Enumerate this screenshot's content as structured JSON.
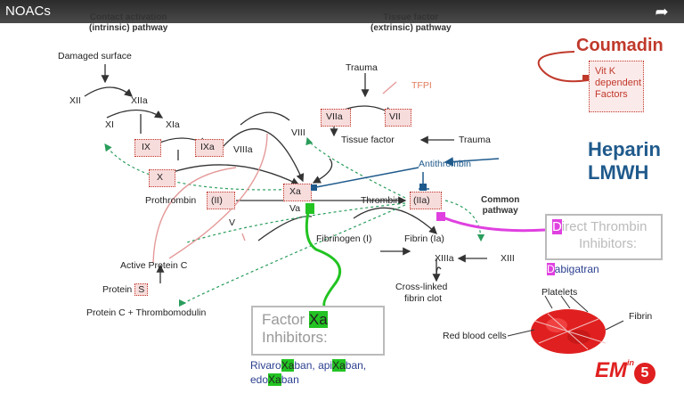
{
  "window": {
    "title": "NOACs",
    "share_icon": "share-arrow-icon"
  },
  "headers": {
    "intrinsic": "Contact activation\n(intrinsic) pathway",
    "extrinsic": "Tissue factor\n(extrinsic) pathway",
    "common": "Common\npathway"
  },
  "nodes": {
    "damaged_surface": "Damaged surface",
    "xii": "XII",
    "xiia": "XIIa",
    "xi": "XI",
    "xia": "XIa",
    "ix": "IX",
    "ixa": "IXa",
    "viiia": "VIIIa",
    "viii": "VIII",
    "x": "X",
    "xa": "Xa",
    "va": "Va",
    "v": "V",
    "prothrombin": "Prothrombin",
    "prothrombin_num": "(II)",
    "thrombin": "Thrombin",
    "thrombin_num": "(IIa)",
    "trauma_top": "Trauma",
    "tfpi": "TFPI",
    "viia": "VIIa",
    "vii": "VII",
    "tissue_factor": "Tissue factor",
    "trauma_right": "Trauma",
    "antithrombin": "Antithrombin",
    "fibrinogen": "Fibrinogen (I)",
    "fibrin": "Fibrin (Ia)",
    "xiiia": "XIIIa",
    "xiii": "XIII",
    "crosslinked": "Cross-linked",
    "fibrin_clot": "fibrin clot",
    "active_protein_c": "Active Protein C",
    "protein_s_prefix": "Protein",
    "protein_s_letter": "S",
    "protein_c_thrombo": "Protein C + Thrombomodulin",
    "platelets": "Platelets",
    "fibrin_lbl": "Fibrin",
    "rbc": "Red blood cells"
  },
  "annotations": {
    "coumadin": "Coumadin",
    "coumadin_box": [
      "Vit K",
      "dependent",
      "Factors"
    ],
    "heparin": "Heparin",
    "lmwh": "LMWH",
    "dti_head": "D",
    "dti_rest": "irect Thrombin",
    "dti_line2": "Inhibitors:",
    "dabi_head": "D",
    "dabi_rest": "abigatran",
    "fxa_line1": "Factor ",
    "fxa_xa": "Xa",
    "fxa_line2": "Inhibitors:",
    "drug1a": "Rivaro",
    "drug1b": "Xa",
    "drug1c": "ban, api",
    "drug2b": "Xa",
    "drug2c": "ban,",
    "drug3a": "edo",
    "drug3b": "Xa",
    "drug3c": "ban"
  },
  "logo": {
    "em": "EM",
    "in": "in",
    "five": "5"
  },
  "colors": {
    "coumadin": "#c0392b",
    "heparin": "#1f5a8c",
    "dti": "#e040e0",
    "fxa": "#22c322",
    "factor_box": "#f7dcdc"
  }
}
